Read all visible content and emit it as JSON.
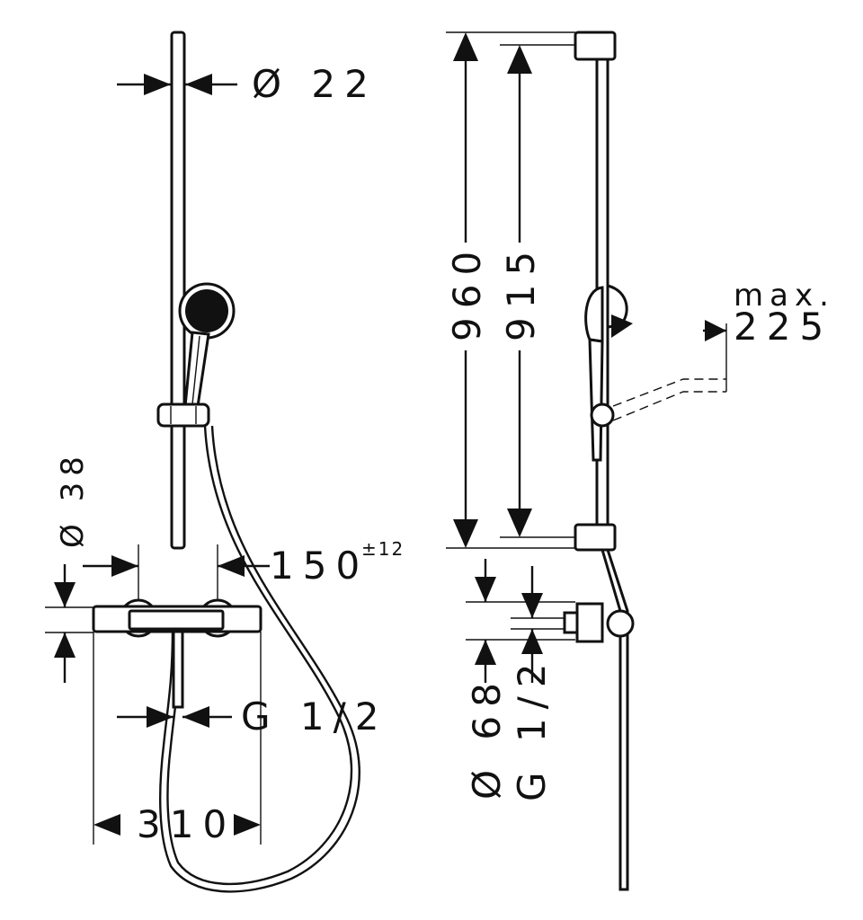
{
  "labels": {
    "rail_diameter": "Ø 22",
    "head_diameter": "Ø 38",
    "outlet_offset": "150",
    "outlet_tolerance": "±12",
    "inlet_thread_left": "G 1/2",
    "mixer_width": "310",
    "rail_length": "960",
    "bracket_spacing": "915",
    "max_label": "max.",
    "max_value": "225",
    "elbow_diameter": "Ø 68",
    "inlet_thread_right": "G 1/2"
  },
  "colors": {
    "line": "#111111",
    "background": "#ffffff"
  }
}
